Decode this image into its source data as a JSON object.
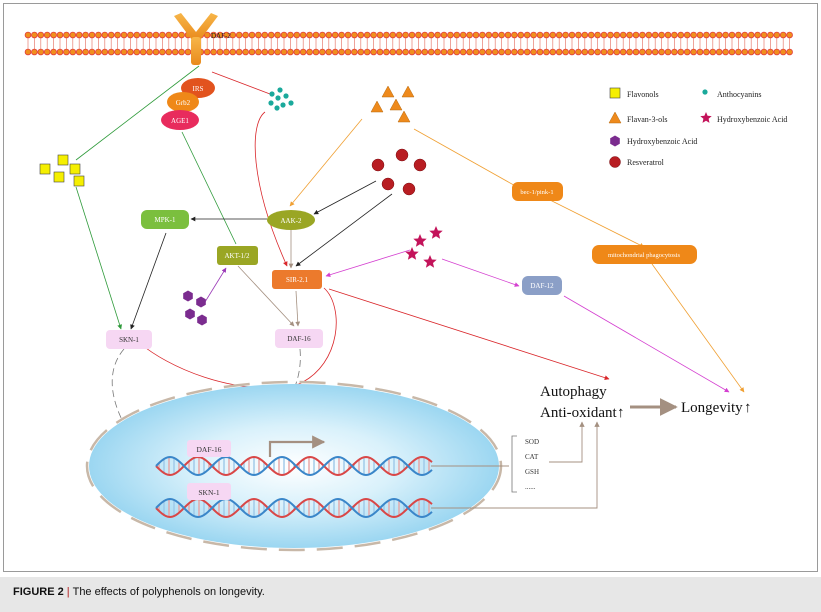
{
  "figure": {
    "caption_label": "FIGURE 2",
    "caption_separator": "|",
    "caption_text": "The effects of polyphenols on longevity."
  },
  "receptor": {
    "label": "DAF-2"
  },
  "adaptors": {
    "irs": "IRS",
    "grb2": "Grb2",
    "age1": "AGE1"
  },
  "nodes": {
    "mpk1": "MPK-1",
    "aak2": "AAK-2",
    "akt": "AKT-1/2",
    "sir21": "SIR-2.1",
    "daf16": "DAF-16",
    "skn1": "SKN-1",
    "daf12": "DAF-12",
    "bec1": "bec-1/pink-1",
    "mito": "mitochondrial phagocytosis"
  },
  "outcomes": {
    "autophagy": "Autophagy",
    "antioxidant": "Anti-oxidant",
    "longevity": "Longevity",
    "up_arrow": "↑"
  },
  "nucleus": {
    "daf16_label": "DAF-16",
    "skn1_label": "SKN-1",
    "genes": [
      "SOD",
      "CAT",
      "GSH",
      "......"
    ]
  },
  "legend": {
    "flavonols": "Flavonols",
    "anthocyanins": "Anthocyanins",
    "flavan3ols": "Flavan-3-ols",
    "hydroxybenzoic_star": "Hydroxybenzoic Acid",
    "hydroxybenzoic_hex": "Hydroxybenzoic Acid",
    "resveratrol": "Resveratrol"
  },
  "colors": {
    "flavonols": "#f5ef00",
    "anthocyanins": "#1aa99b",
    "flavan3ols": "#ee8a1c",
    "hydroxybenzoic_star": "#c3135a",
    "hydroxybenzoic_hex": "#7b2c8f",
    "resveratrol": "#b81d22",
    "membrane_head": "#f08f1d",
    "membrane_tail": "#e23c3c",
    "nucleus": "#a9dcf2",
    "gray_arrow": "#a49081"
  }
}
